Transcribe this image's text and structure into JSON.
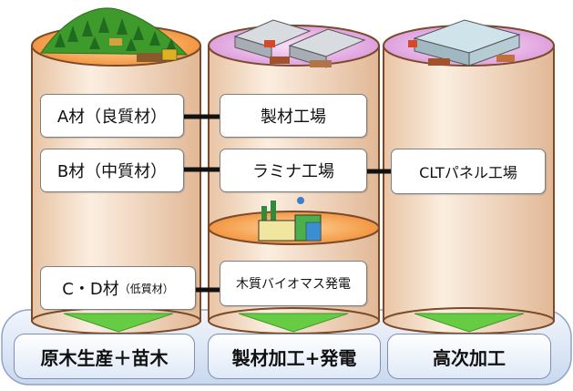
{
  "materials": {
    "a_grade": "A材（良質材）",
    "b_grade": "B材（中質材）",
    "cd_grade_main": "C・D材",
    "cd_grade_sub": "（低質材）"
  },
  "facilities": {
    "sawmill": "製材工場",
    "lamina_factory": "ラミナ工場",
    "biomass_plant": "木質バイオマス発電",
    "clt_factory": "CLTパネル工場"
  },
  "categories": {
    "forestry": "原木生産＋苗木",
    "processing": "製材加工+発電",
    "advanced": "高次加工"
  },
  "colors": {
    "cylinder_fill": "#f7e4d0",
    "cylinder_stroke": "#7a4a2a",
    "cap_orange": "#f4a95a",
    "cap_pink": "#eab8e8",
    "arrow_green": "#66cc44",
    "base_blue": "#dfe9f7"
  }
}
